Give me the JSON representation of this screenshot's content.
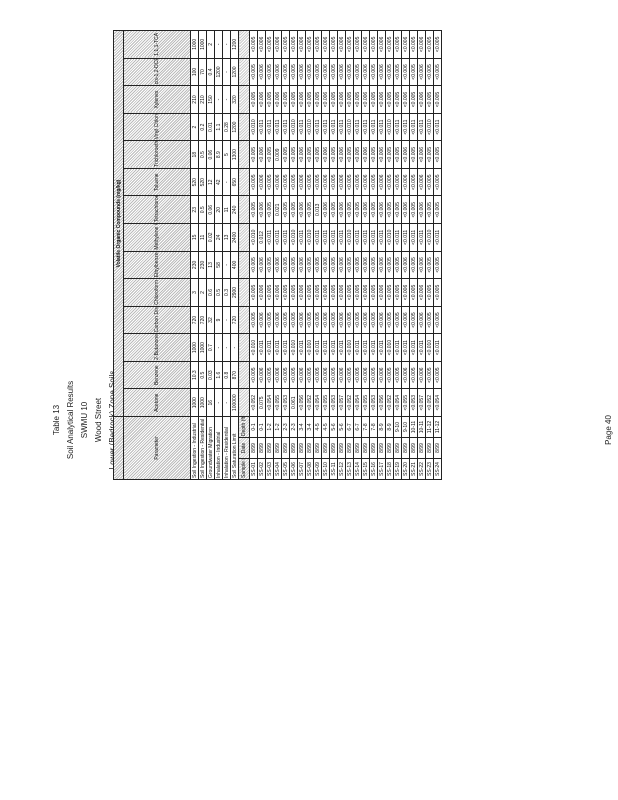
{
  "title_lines": [
    "Table 13",
    "Soil Analytical Results",
    "SWMU 10",
    "Wood Street",
    "Lower (Bedrock) Zone Soils"
  ],
  "page_number": "Page 40",
  "table": {
    "group_header": "Volatile Organic Compounds (mg/kg)",
    "columns": [
      "Parameter",
      "Acetone",
      "Benzene",
      "2-Butanone",
      "Carbon Disulfide",
      "Chloroform",
      "Ethylbenzene",
      "Methylene Chloride",
      "Tetrachloroethene",
      "Toluene",
      "Trichloroethene",
      "Vinyl Chloride",
      "Xylenes",
      "cis-1,2-DCE",
      "1,1,1-TCA"
    ],
    "criteria": [
      {
        "label": "Soil Ingestion - Industrial",
        "values": [
          "1000",
          "10.3",
          "1000",
          "720",
          "3",
          "230",
          "15",
          "23",
          "520",
          "18",
          "2",
          "210",
          "100",
          "1000"
        ]
      },
      {
        "label": "Soil Ingestion - Residential",
        "values": [
          "1000",
          "0.5",
          "1000",
          "720",
          "2",
          "230",
          "11",
          "0.5",
          "520",
          "0.5",
          "0.2",
          "210",
          "70",
          "1000"
        ]
      },
      {
        "label": "Groundwater Migration",
        "values": [
          "16",
          "0.03",
          "0.7",
          "32",
          "0.6",
          "13",
          "0.02",
          "0.06",
          "12",
          "0.06",
          "0.01",
          "150",
          "0.4",
          "2"
        ]
      },
      {
        "label": "Inhalation - Industrial",
        "values": [
          "-",
          "1.6",
          "-",
          "9",
          "0.5",
          "58",
          "24",
          "20",
          "42",
          "8.9",
          "1.1",
          "-",
          "1200",
          "-"
        ]
      },
      {
        "label": "Inhalation - Residential",
        "values": [
          "-",
          "0.8",
          "-",
          "-",
          "0.3",
          "-",
          "13",
          "11",
          "-",
          "5",
          "0.28",
          "-",
          "-",
          "-"
        ]
      },
      {
        "label": "Soil Saturation Limit",
        "values": [
          "100000",
          "870",
          "-",
          "720",
          "2900",
          "400",
          "2400",
          "240",
          "650",
          "1300",
          "1200",
          "320",
          "1200",
          "1200"
        ]
      }
    ],
    "sample_header": [
      "Sample ID",
      "Date",
      "Depth (ft)"
    ],
    "rows": [
      [
        "SS-01",
        "8/99",
        "0-1",
        "<0.052",
        "<0.005",
        "<0.010",
        "<0.005",
        "<0.005",
        "<0.005",
        "<0.010",
        "<0.005",
        "<0.005",
        "<0.005",
        "<0.010",
        "<0.005",
        "<0.005",
        "<0.005"
      ],
      [
        "SS-02",
        "8/99",
        "0-1",
        "0.075",
        "<0.006",
        "<0.011",
        "<0.006",
        "<0.006",
        "<0.006",
        "0.012",
        "<0.006",
        "<0.006",
        "<0.006",
        "<0.011",
        "<0.006",
        "<0.006",
        "<0.006"
      ],
      [
        "SS-03",
        "8/99",
        "1-2",
        "<0.054",
        "<0.005",
        "<0.011",
        "<0.005",
        "<0.005",
        "<0.005",
        "<0.011",
        "<0.005",
        "<0.005",
        "<0.005",
        "<0.011",
        "<0.005",
        "<0.005",
        "<0.005"
      ],
      [
        "SS-04",
        "8/99",
        "1-2",
        "<0.055",
        "<0.006",
        "<0.011",
        "<0.006",
        "<0.006",
        "<0.006",
        "<0.011",
        "0.021",
        "<0.006",
        "0.009",
        "<0.011",
        "<0.006",
        "<0.006",
        "<0.006"
      ],
      [
        "SS-05",
        "8/99",
        "2-3",
        "<0.053",
        "<0.005",
        "<0.011",
        "<0.005",
        "<0.005",
        "<0.005",
        "<0.011",
        "<0.005",
        "<0.005",
        "<0.005",
        "<0.011",
        "<0.005",
        "<0.005",
        "<0.005"
      ],
      [
        "SS-06",
        "8/99",
        "2-3",
        "0.061",
        "<0.005",
        "<0.010",
        "<0.005",
        "<0.005",
        "<0.005",
        "<0.010",
        "<0.005",
        "<0.005",
        "<0.005",
        "<0.010",
        "<0.005",
        "<0.005",
        "<0.005"
      ],
      [
        "SS-07",
        "8/99",
        "3-4",
        "<0.056",
        "<0.006",
        "<0.011",
        "<0.006",
        "<0.006",
        "<0.006",
        "<0.011",
        "<0.006",
        "<0.006",
        "<0.006",
        "<0.011",
        "<0.006",
        "<0.006",
        "<0.006"
      ],
      [
        "SS-08",
        "8/99",
        "3-4",
        "<0.052",
        "<0.005",
        "<0.010",
        "<0.005",
        "<0.005",
        "<0.005",
        "<0.010",
        "<0.005",
        "<0.005",
        "<0.005",
        "<0.010",
        "<0.005",
        "<0.005",
        "<0.005"
      ],
      [
        "SS-09",
        "8/99",
        "4-5",
        "<0.054",
        "<0.005",
        "<0.011",
        "<0.005",
        "<0.005",
        "<0.005",
        "<0.011",
        "0.013",
        "<0.005",
        "<0.005",
        "<0.011",
        "<0.005",
        "<0.005",
        "<0.005"
      ],
      [
        "SS-10",
        "8/99",
        "4-5",
        "<0.055",
        "<0.006",
        "<0.011",
        "<0.006",
        "<0.006",
        "<0.006",
        "<0.011",
        "<0.006",
        "<0.006",
        "<0.006",
        "<0.011",
        "<0.006",
        "<0.006",
        "<0.006"
      ],
      [
        "SS-11",
        "8/99",
        "5-6",
        "<0.053",
        "<0.005",
        "<0.011",
        "<0.005",
        "<0.005",
        "<0.005",
        "<0.011",
        "<0.005",
        "<0.005",
        "<0.005",
        "<0.011",
        "<0.005",
        "<0.005",
        "<0.005"
      ],
      [
        "SS-12",
        "8/99",
        "5-6",
        "<0.057",
        "<0.006",
        "<0.011",
        "<0.006",
        "<0.006",
        "<0.006",
        "<0.011",
        "<0.006",
        "<0.006",
        "<0.006",
        "<0.011",
        "<0.006",
        "<0.006",
        "<0.006"
      ],
      [
        "SS-13",
        "8/99",
        "6-7",
        "<0.052",
        "<0.005",
        "<0.010",
        "<0.005",
        "<0.005",
        "<0.005",
        "<0.010",
        "<0.005",
        "<0.005",
        "<0.005",
        "<0.010",
        "<0.005",
        "<0.005",
        "<0.005"
      ],
      [
        "SS-14",
        "8/99",
        "6-7",
        "<0.054",
        "<0.005",
        "<0.011",
        "<0.005",
        "<0.005",
        "<0.005",
        "<0.011",
        "<0.005",
        "<0.005",
        "<0.005",
        "<0.011",
        "<0.005",
        "<0.005",
        "<0.005"
      ],
      [
        "SS-15",
        "8/99",
        "7-8",
        "<0.055",
        "<0.006",
        "<0.011",
        "<0.006",
        "<0.006",
        "<0.006",
        "<0.011",
        "<0.006",
        "<0.006",
        "<0.006",
        "<0.011",
        "<0.006",
        "<0.006",
        "<0.006"
      ],
      [
        "SS-16",
        "8/99",
        "7-8",
        "<0.053",
        "<0.005",
        "<0.011",
        "<0.005",
        "<0.005",
        "<0.005",
        "<0.011",
        "<0.005",
        "<0.005",
        "<0.005",
        "<0.011",
        "<0.005",
        "<0.005",
        "<0.005"
      ],
      [
        "SS-17",
        "8/99",
        "8-9",
        "<0.056",
        "<0.006",
        "<0.011",
        "<0.006",
        "<0.006",
        "<0.006",
        "<0.011",
        "<0.006",
        "<0.006",
        "<0.006",
        "<0.011",
        "<0.006",
        "<0.006",
        "<0.006"
      ],
      [
        "SS-18",
        "8/99",
        "8-9",
        "<0.052",
        "<0.005",
        "<0.010",
        "<0.005",
        "<0.005",
        "<0.005",
        "<0.010",
        "<0.005",
        "<0.005",
        "<0.005",
        "<0.010",
        "<0.005",
        "<0.005",
        "<0.005"
      ],
      [
        "SS-19",
        "8/99",
        "9-10",
        "<0.054",
        "<0.005",
        "<0.011",
        "<0.005",
        "<0.005",
        "<0.005",
        "<0.011",
        "<0.005",
        "<0.005",
        "<0.005",
        "<0.011",
        "<0.005",
        "<0.005",
        "<0.005"
      ],
      [
        "SS-20",
        "8/99",
        "9-10",
        "<0.055",
        "<0.006",
        "<0.011",
        "<0.006",
        "<0.006",
        "<0.006",
        "<0.011",
        "<0.006",
        "<0.006",
        "<0.006",
        "<0.011",
        "<0.006",
        "<0.006",
        "<0.006"
      ],
      [
        "SS-21",
        "8/99",
        "10-11",
        "<0.053",
        "<0.005",
        "<0.011",
        "<0.005",
        "<0.005",
        "<0.005",
        "<0.011",
        "<0.005",
        "<0.005",
        "<0.005",
        "<0.011",
        "<0.005",
        "<0.005",
        "<0.005"
      ],
      [
        "SS-22",
        "8/99",
        "10-11",
        "<0.057",
        "<0.006",
        "<0.011",
        "<0.006",
        "<0.006",
        "<0.006",
        "<0.011",
        "<0.006",
        "<0.006",
        "<0.006",
        "<0.011",
        "<0.006",
        "<0.006",
        "<0.006"
      ],
      [
        "SS-23",
        "8/99",
        "11-12",
        "<0.052",
        "<0.005",
        "<0.010",
        "<0.005",
        "<0.005",
        "<0.005",
        "<0.010",
        "<0.005",
        "<0.005",
        "<0.005",
        "<0.010",
        "<0.005",
        "<0.005",
        "<0.005"
      ],
      [
        "SS-24",
        "8/99",
        "11-12",
        "<0.054",
        "<0.005",
        "<0.011",
        "<0.005",
        "<0.005",
        "<0.005",
        "<0.011",
        "<0.005",
        "<0.005",
        "<0.005",
        "<0.011",
        "<0.005",
        "<0.005",
        "<0.005"
      ]
    ]
  }
}
